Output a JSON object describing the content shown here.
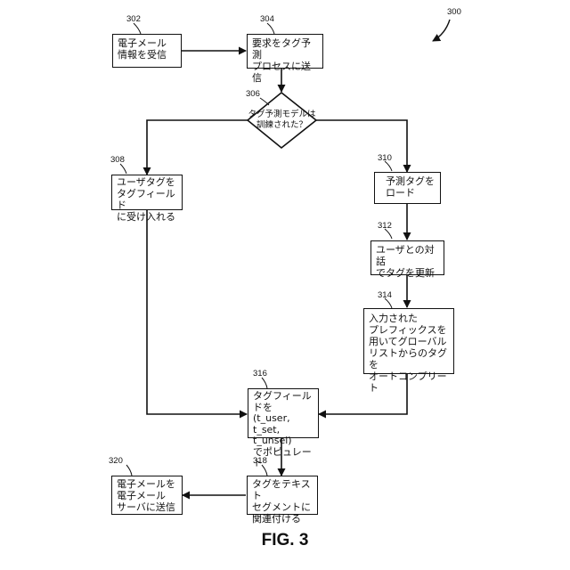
{
  "figure": {
    "number": "300",
    "caption": "FIG. 3"
  },
  "nodes": {
    "n302": {
      "ref": "302",
      "text": "電子メール\n情報を受信"
    },
    "n304": {
      "ref": "304",
      "text": "要求をタグ予測\nプロセスに送信"
    },
    "n306": {
      "ref": "306",
      "text": "タグ予測モデルは\n訓練された？"
    },
    "n308": {
      "ref": "308",
      "text": "ユーザタグを\nタグフィールド\nに受け入れる"
    },
    "n310": {
      "ref": "310",
      "text": "予測タグを\nロード"
    },
    "n312": {
      "ref": "312",
      "text": "ユーザとの対話\nでタグを更新"
    },
    "n314": {
      "ref": "314",
      "text": "入力された\nプレフィックスを\n用いてグローバル\nリストからのタグを\nオートコンプリート"
    },
    "n316": {
      "ref": "316",
      "text": "タグフィールドを\n(t_user, t_set,\nt_unsel)\nでポピュレート"
    },
    "n318": {
      "ref": "318",
      "text": "タグをテキスト\nセグメントに\n関連付ける"
    },
    "n320": {
      "ref": "320",
      "text": "電子メールを\n電子メール\nサーバに送信"
    }
  }
}
